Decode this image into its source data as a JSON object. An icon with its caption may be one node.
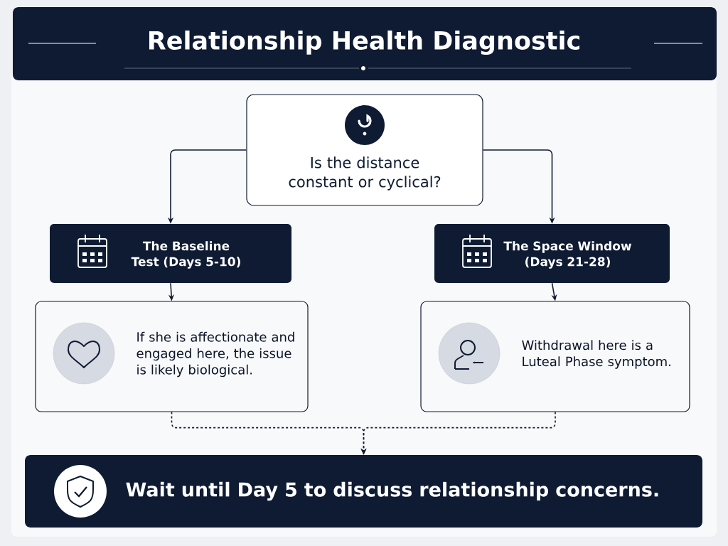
{
  "diagram": {
    "title": "Relationship Health Diagnostic",
    "nodes": [
      {
        "text": [
          "Is the distance constant or cyclical?"
        ]
      },
      {
        "text": [
          "The Baseline Test (Days 5-10)"
        ]
      },
      {
        "text": [
          "The Space Window (Days 21-28)"
        ]
      },
      {
        "text": [
          "If she is affectionate and engaged here, the issue is likely biological."
        ]
      },
      {
        "text": [
          "Withdrawal here is a Luteal Phase symptom."
        ]
      },
      {
        "text": [
          "Wait until Day 5 to discuss relationship concerns."
        ]
      }
    ],
    "edges": [
      {
        "from": 0,
        "to": 1,
        "arrow": "to"
      },
      {
        "from": 0,
        "to": 2,
        "arrow": "to"
      },
      {
        "from": 1,
        "to": 3,
        "arrow": "to"
      },
      {
        "from": 2,
        "to": 4,
        "arrow": "to"
      },
      {
        "from": 3,
        "to": 5,
        "arrow": "to",
        "style": "dashed"
      },
      {
        "from": 4,
        "to": 5,
        "arrow": "to",
        "style": "dashed"
      }
    ]
  }
}
